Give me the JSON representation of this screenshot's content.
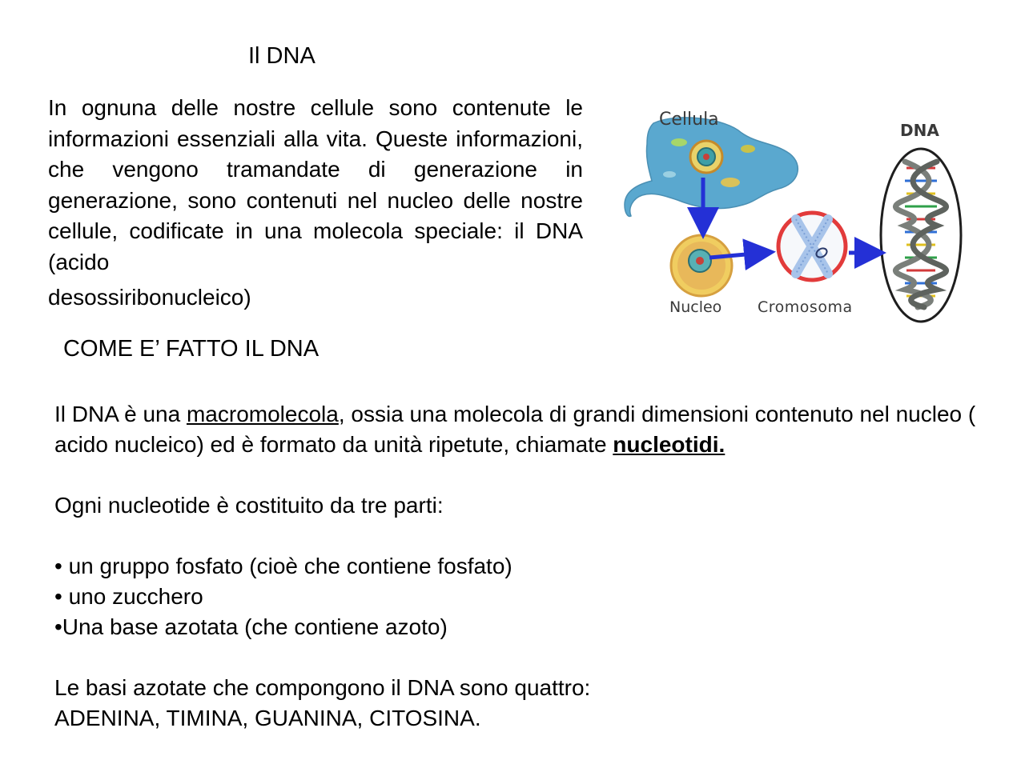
{
  "title": "Il DNA",
  "intro": {
    "text": "In ognuna delle nostre cellule sono contenute le informazioni essenziali alla vita. Queste informazioni, che vengono tramandate di generazione in generazione, sono contenuti nel nucleo delle nostre cellule, codificate in una molecola speciale: il DNA (acido",
    "last_line": "desossiribonucleico)"
  },
  "figure": {
    "labels": {
      "cell": "Cellula",
      "dna": "DNA",
      "nucleus": "Nucleo",
      "chromosome": "Cromosoma"
    },
    "icons": [
      "cell-icon",
      "nucleus-icon",
      "chromosome-icon",
      "dna-double-helix-icon",
      "arrow-icon"
    ],
    "colors": {
      "cell": "#5aa8cf",
      "arrow": "#2430d6",
      "chromosome_ring": "#e23b3b",
      "chromosome": "#a8c4ea",
      "helix": "#7a7f7a"
    }
  },
  "section_heading": "COME E’ FATTO IL DNA",
  "body": {
    "p1": {
      "before": "Il DNA è una ",
      "underlined": "macromolecola",
      "middle": ", ossia una molecola di grandi dimensioni contenuto nel nucleo ( acido nucleico) ed è formato da unità ripetute, chiamate ",
      "bold_underlined": "nucleotidi."
    },
    "p2": "Ogni nucleotide è costituito da tre parti:",
    "list": [
      "• un gruppo fosfato (cioè che contiene fosfato)",
      "• uno zucchero",
      "•Una base azotata (che contiene azoto)"
    ],
    "p3_line1": "Le basi azotate che compongono il DNA sono quattro:",
    "p3_line2": "ADENINA, TIMINA, GUANINA, CITOSINA."
  }
}
